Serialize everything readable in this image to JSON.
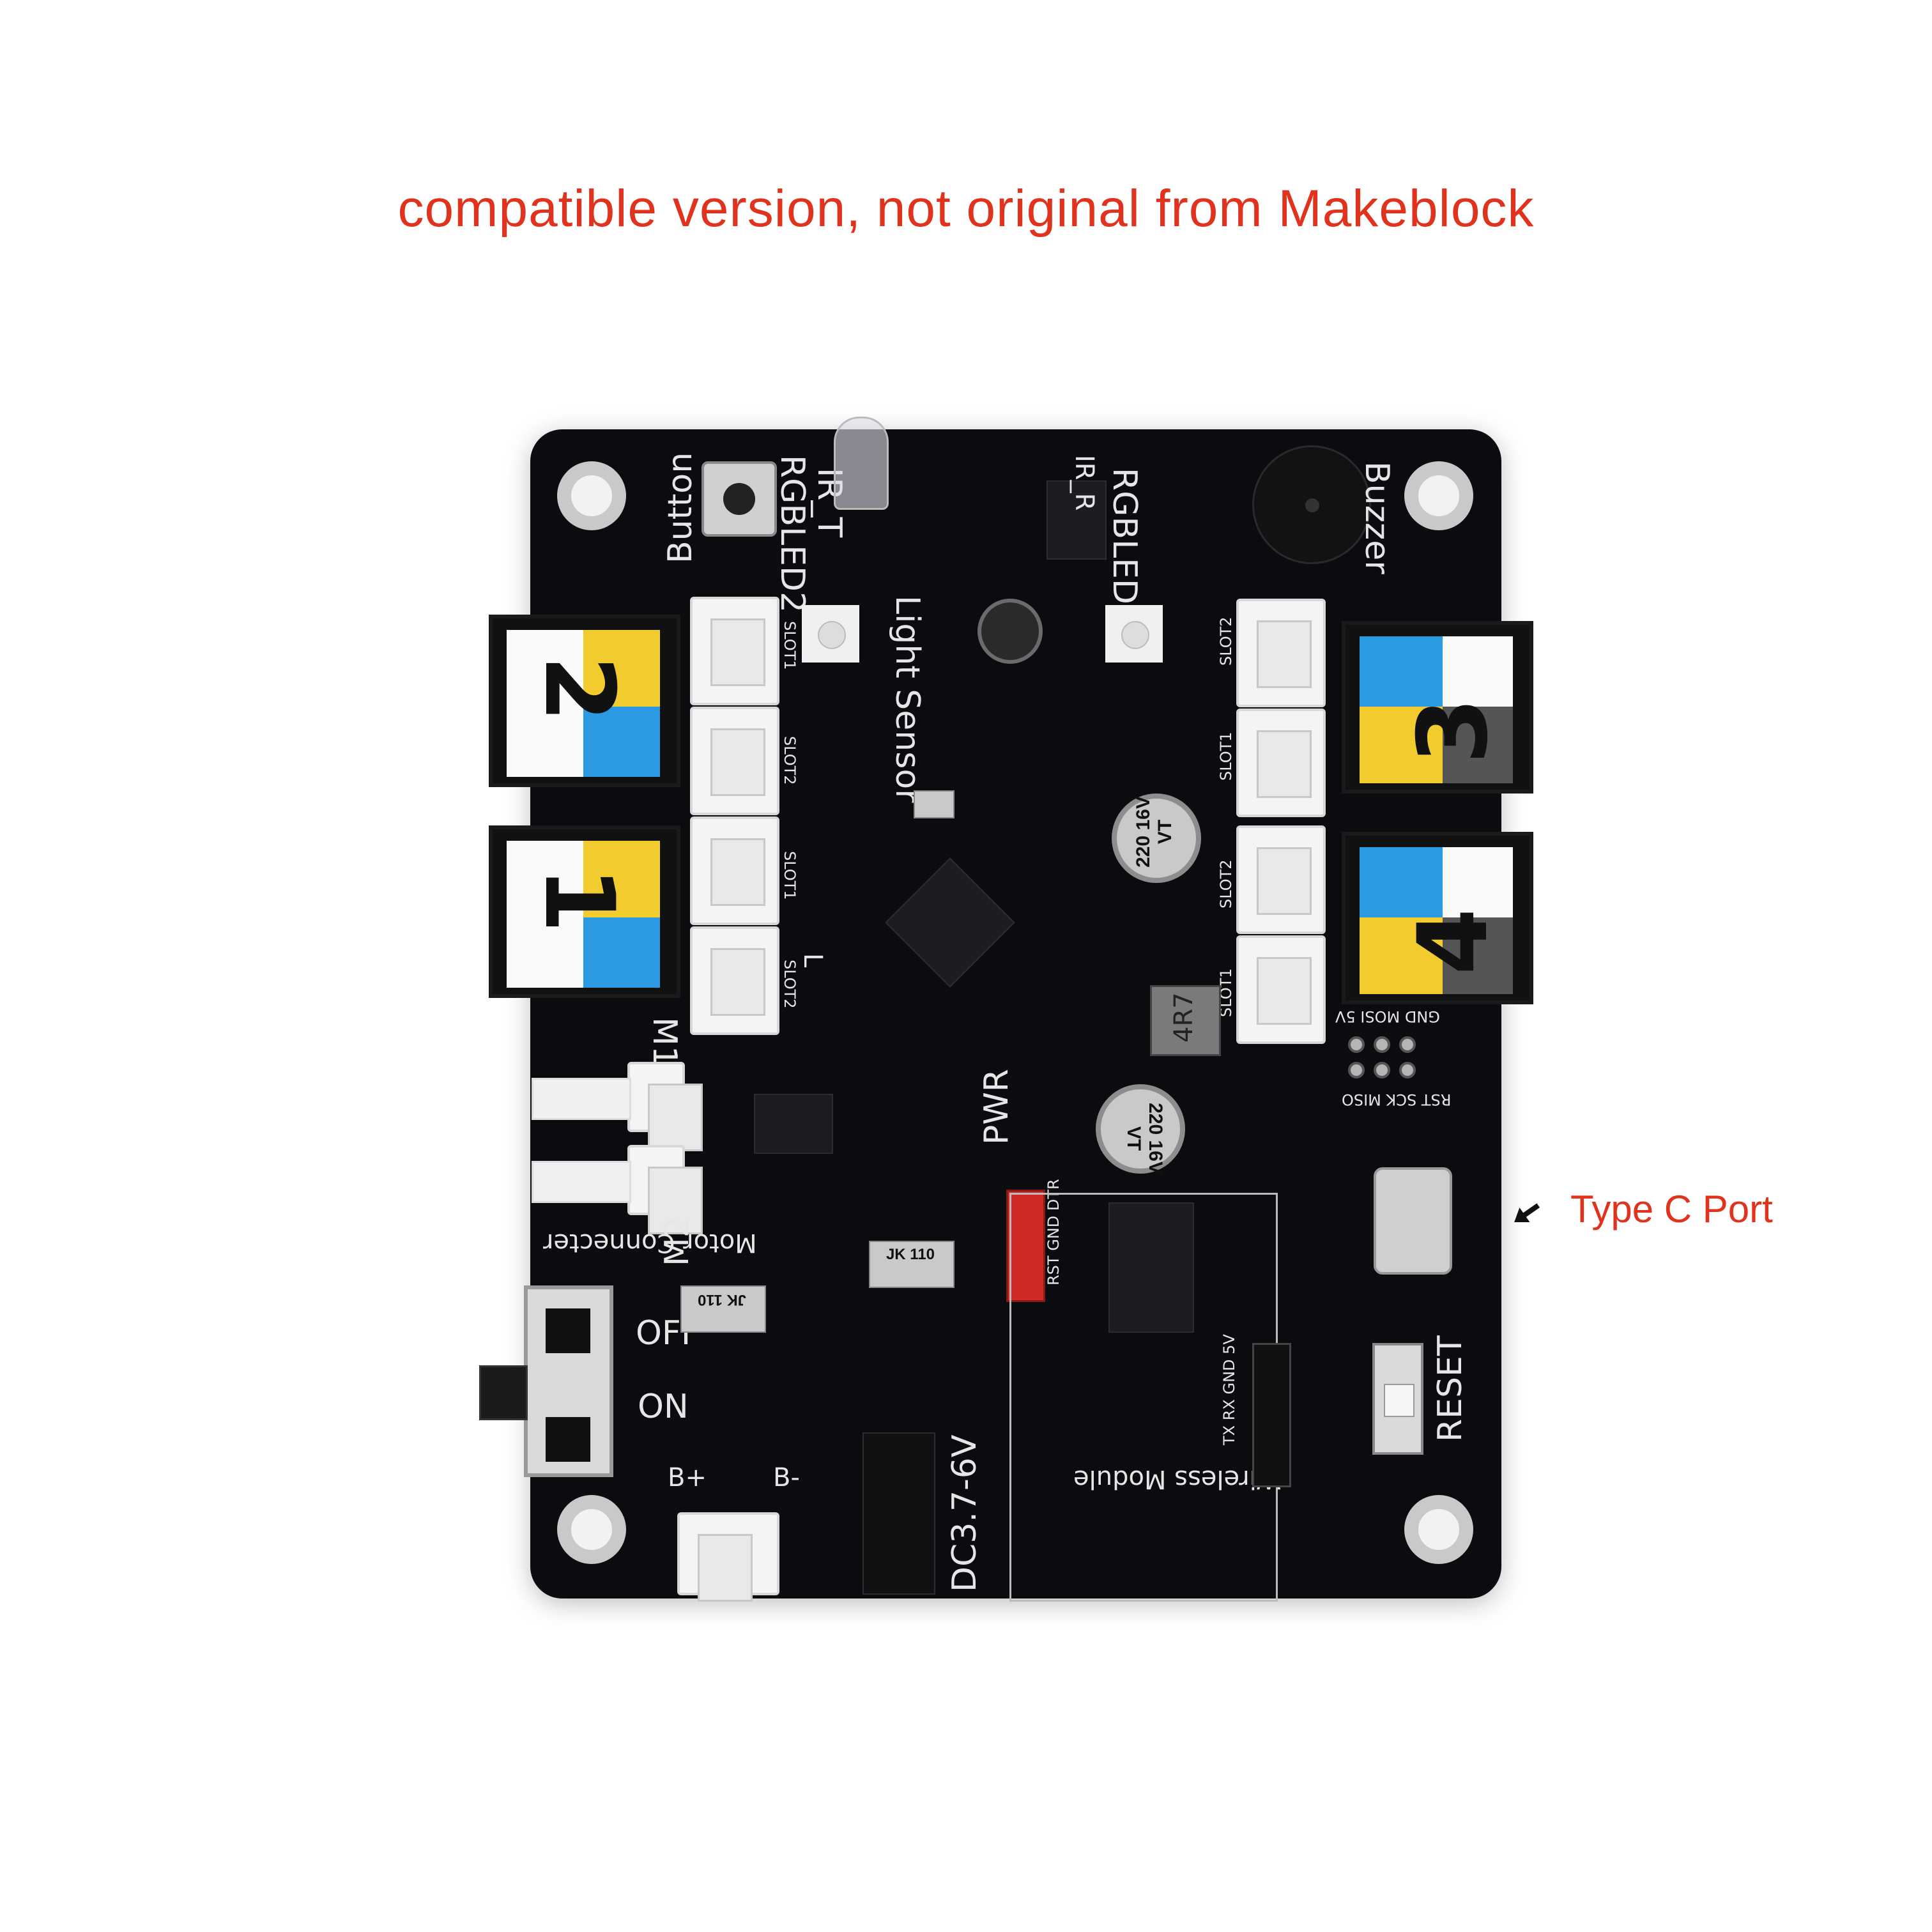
{
  "caption": {
    "text": "compatible version, not original from Makeblock",
    "color": "#e0321c"
  },
  "annotation": {
    "text": "Type C Port",
    "color": "#e0321c"
  },
  "board": {
    "silkscreen": {
      "button": "Button",
      "rgbled2": "RGBLED2",
      "ir_t": "IR_T",
      "ir_r": "IR_R",
      "rgbled1": "RGBLED1",
      "buzzer": "Buzzer",
      "light_sensor": "Light Sensor",
      "slot1": "SLOT1",
      "slot2": "SLOT2",
      "l": "L",
      "m1": "M1",
      "m2": "M2",
      "motor_connector": "Motor Connecter",
      "pwr": "PWR",
      "off": "OFF",
      "on": "ON",
      "b_plus": "B+",
      "b_minus": "B-",
      "dc": "DC3.7-6V",
      "wireless_module": "Wireless Module",
      "reset": "RESET",
      "isp_top": "GND MOSI 5V",
      "isp_bottom": "RST SCK MISO",
      "serial_header": "RST GND DTR",
      "uart_header": "TX RX GND 5V",
      "cap_top": "220 16V VT",
      "cap_bottom": "220 16V VT",
      "inductor": "4R7",
      "jk1": "JK 110",
      "jk2": "JK 110"
    },
    "ports": [
      {
        "number": "2",
        "colors": [
          "#f2cc2e",
          "#2b9ae3"
        ]
      },
      {
        "number": "1",
        "colors": [
          "#f2cc2e",
          "#2b9ae3"
        ]
      },
      {
        "number": "3",
        "colors": [
          "#2b9ae3",
          "#f2cc2e"
        ]
      },
      {
        "number": "4",
        "colors": [
          "#2b9ae3",
          "#f2cc2e"
        ]
      }
    ]
  }
}
